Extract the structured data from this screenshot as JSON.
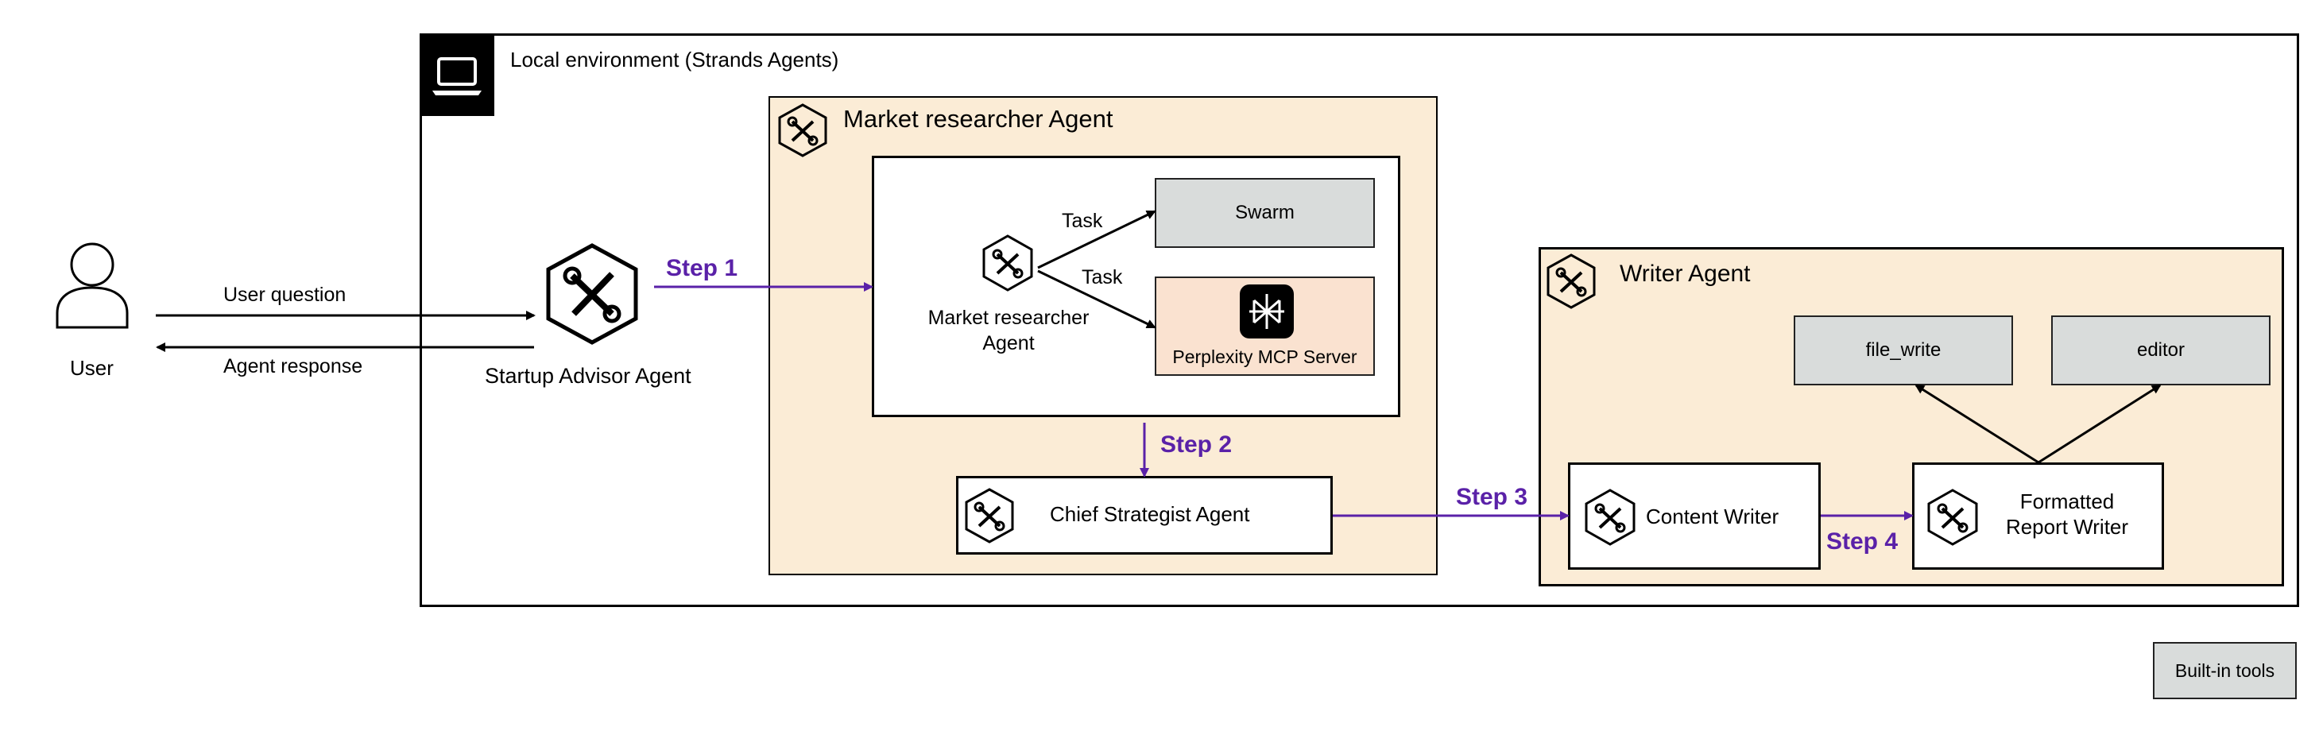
{
  "environment": {
    "label": "Local environment (Strands Agents)",
    "icon": "laptop-icon"
  },
  "user": {
    "label": "User",
    "icon": "user-icon"
  },
  "flows": {
    "user_question": "User question",
    "agent_response": "Agent response"
  },
  "startup_advisor": {
    "label": "Startup Advisor Agent",
    "icon": "agent-tools-icon"
  },
  "market_researcher_group": {
    "title": "Market researcher Agent",
    "agent_label": "Market researcher\nAgent",
    "task_label_1": "Task",
    "task_label_2": "Task",
    "swarm": "Swarm",
    "perplexity": "Perplexity MCP Server",
    "chief_strategist": "Chief Strategist Agent"
  },
  "writer_group": {
    "title": "Writer Agent",
    "file_write": "file_write",
    "editor": "editor",
    "content_writer": "Content Writer",
    "formatted_report_writer": "Formatted\nReport Writer"
  },
  "steps": {
    "step1": "Step 1",
    "step2": "Step 2",
    "step3": "Step 3",
    "step4": "Step 4"
  },
  "legend": {
    "built_in_tools": "Built-in tools"
  },
  "colors": {
    "group_fill": "#fbecd6",
    "tool_fill": "#d9dcdb",
    "mcp_fill": "#fae2d0",
    "step_color": "#5a21a8",
    "env_header": "#000000"
  }
}
